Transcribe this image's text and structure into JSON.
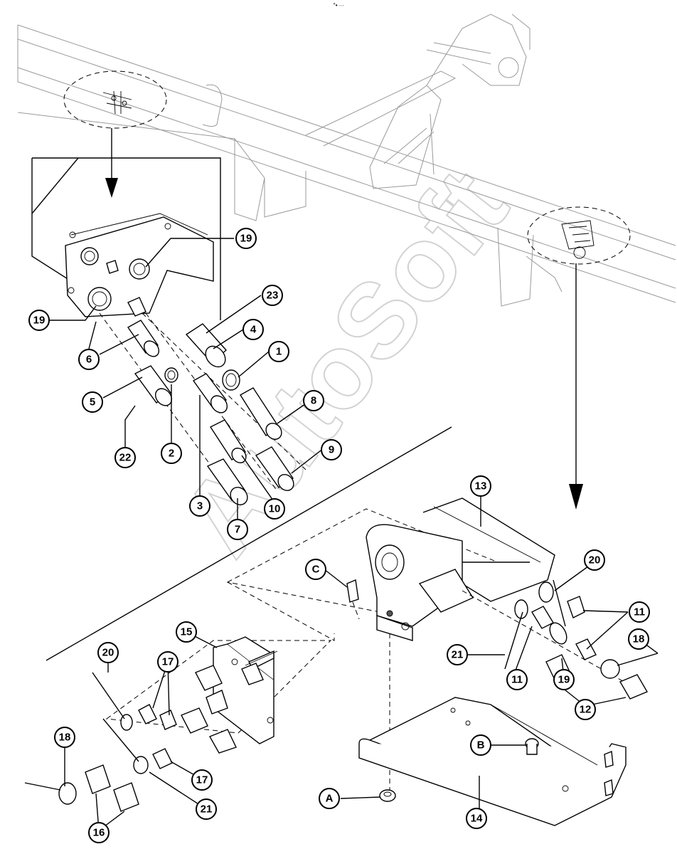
{
  "header_mark": "°• ∙∙∙",
  "watermark": "AutoSoft",
  "callouts": {
    "c1": "1",
    "c2": "2",
    "c3": "3",
    "c4": "4",
    "c5": "5",
    "c6": "6",
    "c7": "7",
    "c8": "8",
    "c9": "9",
    "c10": "10",
    "c11a": "11",
    "c11b": "11",
    "c12": "12",
    "c13": "13",
    "c14": "14",
    "c15": "15",
    "c16": "16",
    "c17a": "17",
    "c17b": "17",
    "c18a": "18",
    "c18b": "18",
    "c19a": "19",
    "c19b": "19",
    "c19c": "19",
    "c20a": "20",
    "c20b": "20",
    "c21a": "21",
    "c21b": "21",
    "c22": "22",
    "c23": "23",
    "cA": "A",
    "cB": "B",
    "cC": "C"
  }
}
